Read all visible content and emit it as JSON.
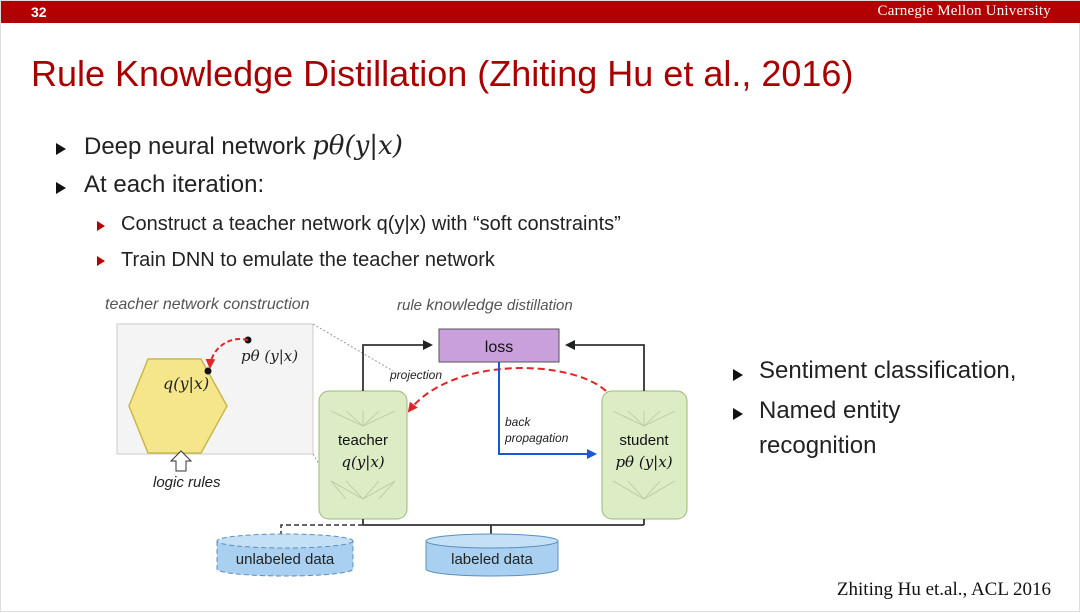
{
  "header": {
    "slide_number": "32",
    "university": "Carnegie Mellon University"
  },
  "title": "Rule Knowledge Distillation (Zhiting Hu et al., 2016)",
  "bullets": {
    "b1_text": "Deep neural network",
    "b1_math": "pθ(y|x)",
    "b2_text": "At each iteration:",
    "sub1": "Construct a teacher network q(y|x) with “soft constraints”",
    "sub2": "Train DNN to emulate the teacher network"
  },
  "diagram": {
    "teacher_construction_label": "teacher network construction",
    "distillation_label_a": "rule ",
    "distillation_label_b": "knowledge",
    "distillation_label_c": " distillation",
    "hexagon_label": "q(y|x)",
    "p_label": "pθ (y|x)",
    "logic_rules": "logic rules",
    "loss": "loss",
    "projection": "projection",
    "back_line1": "back",
    "back_line2": "propagation",
    "teacher_name": "teacher",
    "teacher_formula": "q(y|x)",
    "student_name": "student",
    "student_formula": "pθ (y|x)",
    "unlabeled_data": "unlabeled data",
    "labeled_data": "labeled data"
  },
  "right_bullets": {
    "r1": "Sentiment classification,",
    "r2_line1": "Named entity",
    "r2_line2": "recognition"
  },
  "citation": "Zhiting Hu et.al., ACL 2016",
  "colors": {
    "accent": "#b30000",
    "loss_fill": "#c9a0dc",
    "net_fill": "#dcecc4",
    "hex_fill": "#f5e68c",
    "data_fill": "#a9d0f0",
    "backprop": "#1a56d6",
    "dashed_arrow": "#e0262a"
  }
}
